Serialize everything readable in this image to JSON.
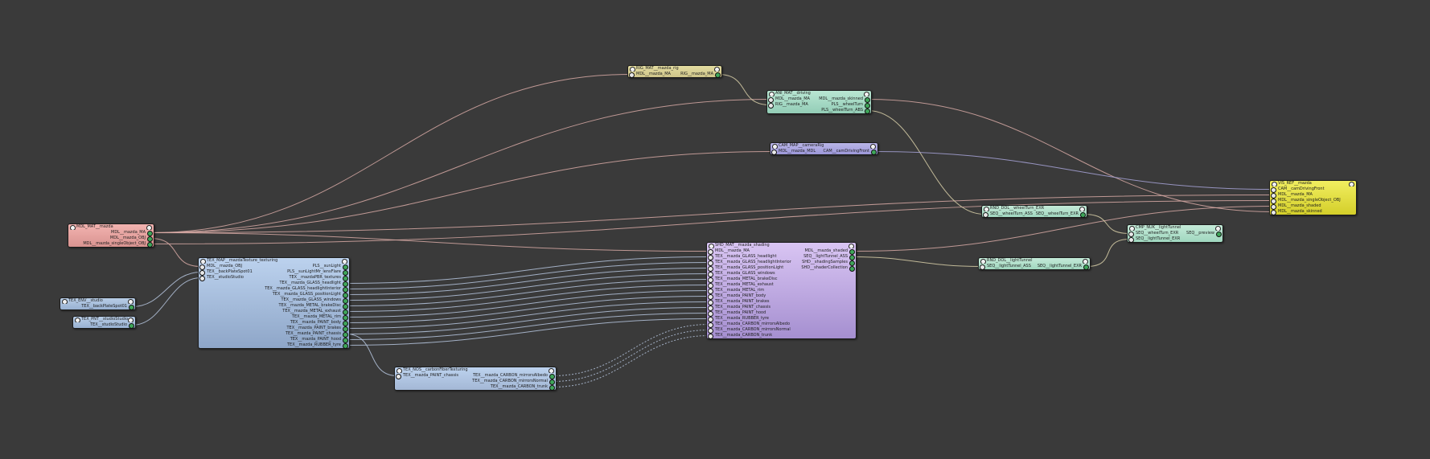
{
  "app": {
    "view": "node-graph"
  },
  "colors": {
    "background": "#3a3a3a",
    "wire_pink": "#d7a9a4",
    "wire_blue": "#b5c4dd",
    "wire_violet": "#a7a3d7",
    "wire_tan": "#d8cfa8"
  },
  "nodes": [
    {
      "id": "rig",
      "title": "RIG_MAT__mazda_rig",
      "rows": [
        {
          "in": "MDL__mazda_MA",
          "out": "RIG__mazda_MA"
        }
      ]
    },
    {
      "id": "anim",
      "title": "ANI_MAT__driving",
      "rows": [
        {
          "in": "MDL__mazda_MA",
          "out": "MDL__mazda_skinned"
        },
        {
          "in": "RIG__mazda_MA",
          "out": "PLS__wheelTurn"
        },
        {
          "in": "",
          "out": "PLS__wheelTurn_ABS"
        }
      ]
    },
    {
      "id": "cam",
      "title": "CAM_MAP__cameraRig",
      "rows": [
        {
          "in": "MDL__mazda_MDL",
          "out": "CAM__camDrivingFront"
        }
      ]
    },
    {
      "id": "model",
      "title": "MDL_MAT__mazda",
      "rows": [
        {
          "in": "",
          "out": "MDL__mazda_MA"
        },
        {
          "in": "",
          "out": "MDL__mazda_OBJ"
        },
        {
          "in": "",
          "out": "MDL__mazda_singleObject_OBJ"
        }
      ]
    },
    {
      "id": "env",
      "title": "TEX_ENV__studio",
      "rows": [
        {
          "in": "",
          "out": "TEX__backPlateSpot01"
        }
      ]
    },
    {
      "id": "hdri",
      "title": "TEX_PNT__studioStudio",
      "rows": [
        {
          "in": "",
          "out": "TEX__studioStudio"
        }
      ]
    },
    {
      "id": "texbake",
      "title": "TEX_MAP__mazdaTexture_texturing",
      "rows": [
        {
          "in": "MDL__mazda_OBJ",
          "out": "PLS__sunLight"
        },
        {
          "in": "TEX__backPlateSpot01",
          "out": "PLS__sunLightMr_lensFlare"
        },
        {
          "in": "TEX__studioStudio",
          "out": "TEX__mazdaPBR_textures"
        },
        {
          "in": "",
          "out": "TEX__mazda_GLASS_headlight"
        },
        {
          "in": "",
          "out": "TEX__mazda_GLASS_headlightInterior"
        },
        {
          "in": "",
          "out": "TEX__mazda_GLASS_positionLight"
        },
        {
          "in": "",
          "out": "TEX__mazda_GLASS_windows"
        },
        {
          "in": "",
          "out": "TEX__mazda_METAL_brakeDisc"
        },
        {
          "in": "",
          "out": "TEX__mazda_METAL_exhaust"
        },
        {
          "in": "",
          "out": "TEX__mazda_METAL_rim"
        },
        {
          "in": "",
          "out": "TEX__mazda_PAINT_body"
        },
        {
          "in": "",
          "out": "TEX__mazda_PAINT_brakes"
        },
        {
          "in": "",
          "out": "TEX__mazda_PAINT_chassis"
        },
        {
          "in": "",
          "out": "TEX__mazda_PAINT_hood"
        },
        {
          "in": "",
          "out": "TEX__mazda_RUBBER_tyre"
        }
      ]
    },
    {
      "id": "carbon",
      "title": "TEX_NOS__carbonFiberTexturing",
      "rows": [
        {
          "in": "TEX__mazda_PAINT_chassis",
          "out": "TEX__mazda_CARBON_mirrorsAlbedo"
        },
        {
          "in": "",
          "out": "TEX__mazda_CARBON_mirrorsNormal"
        },
        {
          "in": "",
          "out": "TEX__mazda_CARBON_trunk"
        }
      ]
    },
    {
      "id": "shading",
      "title": "SHD_MAT__mazda_shading",
      "rows": [
        {
          "in": "MDL__mazda_MA",
          "out": "MDL__mazda_shaded"
        },
        {
          "in": "TEX__mazda_GLASS_headlight",
          "out": "SEQ__lightTunnel_ASS"
        },
        {
          "in": "TEX__mazda_GLASS_headlightInterior",
          "out": "SHD__shadingSamples"
        },
        {
          "in": "TEX__mazda_GLASS_positionLight",
          "out": "SHD__shaderCollection"
        },
        {
          "in": "TEX__mazda_GLASS_windows",
          "out": ""
        },
        {
          "in": "TEX__mazda_METAL_brakeDisc",
          "out": ""
        },
        {
          "in": "TEX__mazda_METAL_exhaust",
          "out": ""
        },
        {
          "in": "TEX__mazda_METAL_rim",
          "out": ""
        },
        {
          "in": "TEX__mazda_PAINT_body",
          "out": ""
        },
        {
          "in": "TEX__mazda_PAINT_brakes",
          "out": ""
        },
        {
          "in": "TEX__mazda_PAINT_chassis",
          "out": ""
        },
        {
          "in": "TEX__mazda_PAINT_hood",
          "out": ""
        },
        {
          "in": "TEX__mazda_RUBBER_tyre",
          "out": ""
        },
        {
          "in": "TEX__mazda_CARBON_mirrorsAlbedo",
          "out": ""
        },
        {
          "in": "TEX__mazda_CARBON_mirrorsNormal",
          "out": ""
        },
        {
          "in": "TEX__mazda_CARBON_trunk",
          "out": ""
        }
      ]
    },
    {
      "id": "rnd_wheel",
      "title": "RND_DOL__wheelTurn_EXR",
      "rows": [
        {
          "in": "SEQ__wheelTurn_ASS",
          "out": "SEQ__wheelTurn_EXR"
        }
      ]
    },
    {
      "id": "rnd_tunnel",
      "title": "RND_DOL__lightTunnel",
      "rows": [
        {
          "in": "SEQ__lightTunnel_ASS",
          "out": "SEQ__lightTunnel_EXR"
        }
      ]
    },
    {
      "id": "comp",
      "title": "CMP_NUK__lightTunnel",
      "rows": [
        {
          "in": "SEQ__wheelTurn_EXR",
          "out": "SEQ__preview"
        },
        {
          "in": "SEQ__lightTunnel_EXR",
          "out": ""
        }
      ]
    },
    {
      "id": "final",
      "title": "VIS_REF__mazda",
      "rows": [
        {
          "in": "CAM__camDrivingFront",
          "out": ""
        },
        {
          "in": "MDL__mazda_MA",
          "out": ""
        },
        {
          "in": "MDL__mazda_singleObject_OBJ",
          "out": ""
        },
        {
          "in": "MDL__mazda_shaded",
          "out": ""
        },
        {
          "in": "MDL__mazda_skinned",
          "out": ""
        }
      ]
    }
  ]
}
